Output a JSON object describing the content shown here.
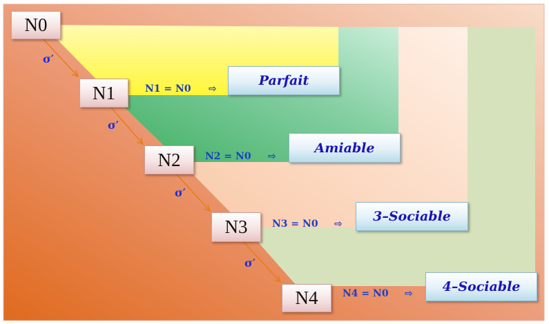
{
  "colors": {
    "frame_dark": "#e06a1e",
    "frame_light": "#f6d2bc",
    "yellow_region": "#fff86a",
    "green_region": "#4cb36f",
    "mint_region": "#c9eed9",
    "peach_region": "#fde6d6",
    "sage_region": "#d6e2bb",
    "arrow": "#e87d1e",
    "label_blue": "#1a3fc6",
    "result_text": "#1a14b8"
  },
  "nodes": [
    {
      "label": "N0"
    },
    {
      "label": "N1"
    },
    {
      "label": "N2"
    },
    {
      "label": "N3"
    },
    {
      "label": "N4"
    }
  ],
  "transitions": [
    {
      "label": "σ′"
    },
    {
      "label": "σ′"
    },
    {
      "label": "σ′"
    },
    {
      "label": "σ′"
    }
  ],
  "conditions": [
    {
      "equation": "N1 = N0",
      "implies": "⇨",
      "result": "Parfait"
    },
    {
      "equation": "N2 = N0",
      "implies": "⇨",
      "result": "Amiable"
    },
    {
      "equation": "N3 = N0",
      "implies": "⇨",
      "result": "3–Sociable"
    },
    {
      "equation": "N4 = N0",
      "implies": "⇨",
      "result": "4–Sociable"
    }
  ]
}
